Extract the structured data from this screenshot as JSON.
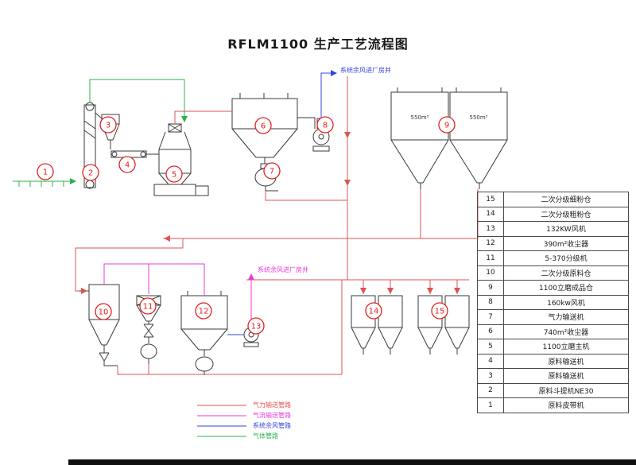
{
  "title": "RFLM1100 生产工艺流程图",
  "colors": {
    "pneumatic": "#e05252",
    "airflow": "#e83ad8",
    "residual": "#3344dd",
    "gas": "#2bb34b",
    "badge": "#e02020",
    "equipment": "#3a3a3a"
  },
  "badges": [
    "1",
    "2",
    "3",
    "4",
    "5",
    "6",
    "7",
    "8",
    "9",
    "10",
    "11",
    "12",
    "13",
    "14",
    "15"
  ],
  "silos": {
    "left_label": "550m³",
    "right_label": "550m³"
  },
  "notes": {
    "residual_air_top": "系统余风进厂房井",
    "residual_air_mid": "系统余风进厂房井"
  },
  "equipment_table": {
    "rows": [
      {
        "num": "15",
        "label": "二次分级细粉仓"
      },
      {
        "num": "14",
        "label": "二次分级粗粉仓"
      },
      {
        "num": "13",
        "label": "132KW风机"
      },
      {
        "num": "12",
        "label": "390m²收尘器"
      },
      {
        "num": "11",
        "label": "5-370分级机"
      },
      {
        "num": "10",
        "label": "二次分级原料仓"
      },
      {
        "num": "9",
        "label": "1100立磨成品仓"
      },
      {
        "num": "8",
        "label": "160kw风机"
      },
      {
        "num": "7",
        "label": "气力输送机"
      },
      {
        "num": "6",
        "label": "740m²收尘器"
      },
      {
        "num": "5",
        "label": "1100立磨主机"
      },
      {
        "num": "4",
        "label": "原料输送机"
      },
      {
        "num": "3",
        "label": "原料输送机"
      },
      {
        "num": "2",
        "label": "原料斗提机NE30"
      },
      {
        "num": "1",
        "label": "原料皮带机"
      }
    ]
  },
  "legend": {
    "items": [
      {
        "label": "气力输送管路"
      },
      {
        "label": "气流输送管路"
      },
      {
        "label": "系统余风管路"
      },
      {
        "label": "气体管路"
      }
    ]
  }
}
